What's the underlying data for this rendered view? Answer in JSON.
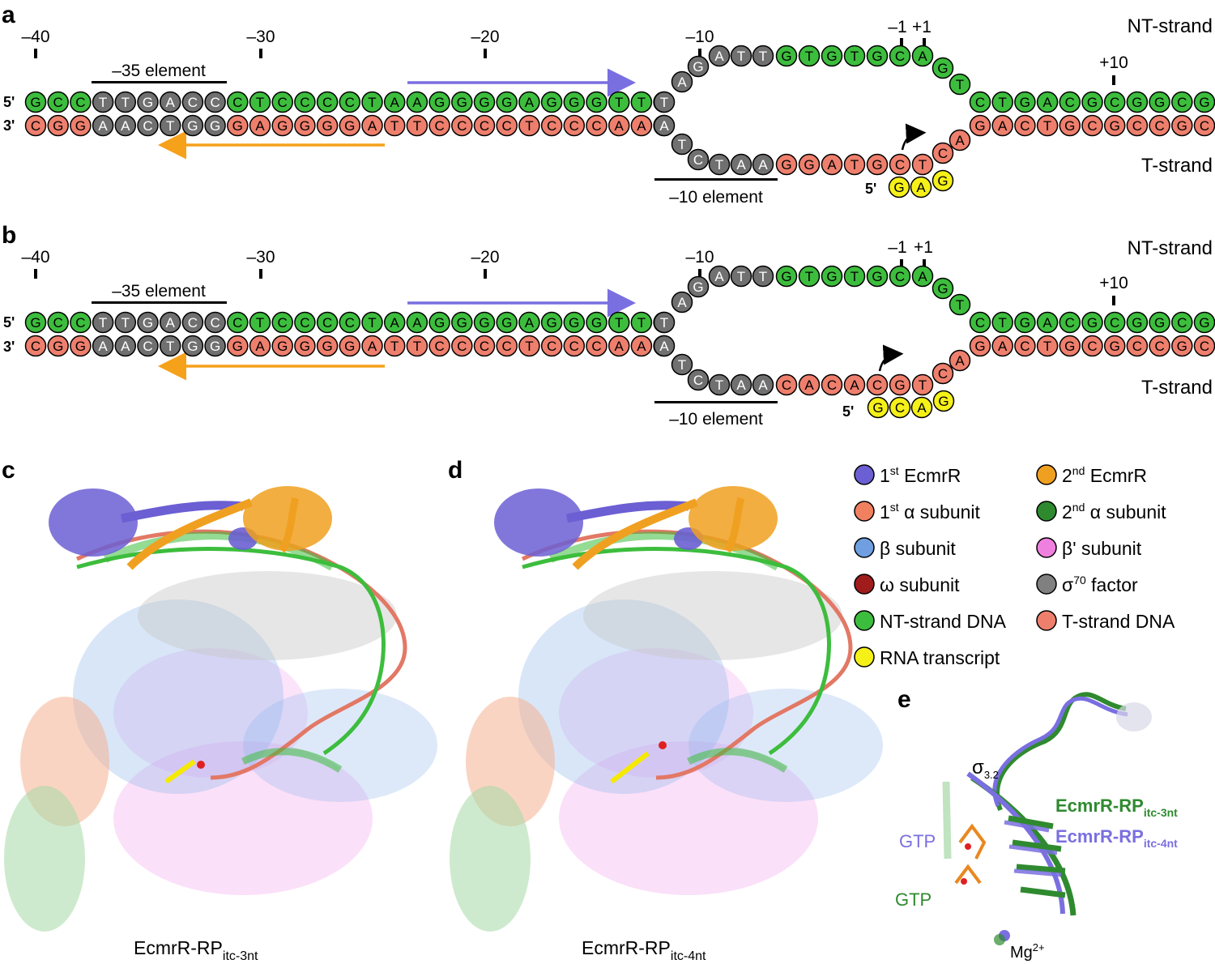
{
  "colors": {
    "nt": "#3dbd3d",
    "t": "#ee7f6d",
    "core": "#707070",
    "rna": "#f5f018",
    "arrow_purple": "#7a6fe0",
    "arrow_orange": "#f6a11a",
    "ecmr1": "#6b5fd3",
    "ecmr2": "#f0a020",
    "alpha1": "#f08060",
    "alpha2": "#2f8a2f",
    "beta": "#6f9fe0",
    "betaprime": "#f080e0",
    "omega": "#a01c1c",
    "sigma": "#808080",
    "ntdna": "#3dbd3d",
    "tdna": "#ee7f6d",
    "rna_transcript": "#f5f018"
  },
  "panels": {
    "a": {
      "letter": "a",
      "ticks": [
        "–40",
        "–30",
        "–20",
        "–10",
        "–1",
        "+1",
        "+10"
      ],
      "element35": "–35 element",
      "element10": "–10 element",
      "nt_label": "NT-strand",
      "t_label": "T-strand",
      "five": "5'",
      "three": "3'",
      "rna_five": "5'",
      "nt_up": [
        "G",
        "C",
        "C",
        "T",
        "T",
        "G",
        "A",
        "C",
        "C",
        "C",
        "T",
        "C",
        "C",
        "C",
        "C",
        "T",
        "A",
        "A",
        "G",
        "G",
        "G",
        "G",
        "A",
        "G",
        "G",
        "G",
        "T",
        "T",
        "T"
      ],
      "nt_bubble": [
        "T",
        "A",
        "G",
        "A",
        "T",
        "T",
        "G",
        "T",
        "G",
        "T",
        "G",
        "C",
        "A",
        "G",
        "T"
      ],
      "nt_down": [
        "C",
        "T",
        "G",
        "A",
        "C",
        "G",
        "C",
        "G",
        "G",
        "C",
        "G"
      ],
      "t_up": [
        "C",
        "G",
        "G",
        "A",
        "A",
        "C",
        "T",
        "G",
        "G",
        "G",
        "A",
        "G",
        "G",
        "G",
        "G",
        "A",
        "T",
        "T",
        "C",
        "C",
        "C",
        "C",
        "T",
        "C",
        "C",
        "C",
        "A",
        "A",
        "A"
      ],
      "t_bubble": [
        "A",
        "T",
        "C",
        "T",
        "A",
        "A",
        "G",
        "G",
        "A",
        "T",
        "G",
        "C",
        "T",
        "C",
        "A"
      ],
      "t_down": [
        "G",
        "A",
        "C",
        "T",
        "G",
        "C",
        "G",
        "C",
        "C",
        "G",
        "C"
      ],
      "rna": [
        "G",
        "A",
        "G"
      ]
    },
    "b": {
      "letter": "b",
      "ticks": [
        "–40",
        "–30",
        "–20",
        "–10",
        "–1",
        "+1",
        "+10"
      ],
      "element35": "–35 element",
      "element10": "–10 element",
      "nt_label": "NT-strand",
      "t_label": "T-strand",
      "five": "5'",
      "three": "3'",
      "rna_five": "5'",
      "nt_up": [
        "G",
        "C",
        "C",
        "T",
        "T",
        "G",
        "A",
        "C",
        "C",
        "C",
        "T",
        "C",
        "C",
        "C",
        "C",
        "T",
        "A",
        "A",
        "G",
        "G",
        "G",
        "G",
        "A",
        "G",
        "G",
        "G",
        "T",
        "T",
        "T"
      ],
      "nt_bubble": [
        "T",
        "A",
        "G",
        "A",
        "T",
        "T",
        "G",
        "T",
        "G",
        "T",
        "G",
        "C",
        "A",
        "G",
        "T"
      ],
      "nt_down": [
        "C",
        "T",
        "G",
        "A",
        "C",
        "G",
        "C",
        "G",
        "G",
        "C",
        "G"
      ],
      "t_up": [
        "C",
        "G",
        "G",
        "A",
        "A",
        "C",
        "T",
        "G",
        "G",
        "G",
        "A",
        "G",
        "G",
        "G",
        "G",
        "A",
        "T",
        "T",
        "C",
        "C",
        "C",
        "C",
        "T",
        "C",
        "C",
        "C",
        "A",
        "A",
        "A"
      ],
      "t_bubble": [
        "A",
        "T",
        "C",
        "T",
        "A",
        "A",
        "C",
        "A",
        "C",
        "A",
        "C",
        "G",
        "T",
        "C",
        "A"
      ],
      "t_down": [
        "G",
        "A",
        "C",
        "T",
        "G",
        "C",
        "G",
        "C",
        "C",
        "G",
        "C"
      ],
      "rna": [
        "G",
        "C",
        "A",
        "G"
      ]
    },
    "c": {
      "letter": "c",
      "caption_main": "EcmrR-RP",
      "caption_sub": "itc-3nt"
    },
    "d": {
      "letter": "d",
      "caption_main": "EcmrR-RP",
      "caption_sub": "itc-4nt"
    },
    "e": {
      "letter": "e",
      "sigma": "σ",
      "sigma_sub": "3.2",
      "gtp1": "GTP",
      "gtp2": "GTP",
      "mg": "Mg",
      "mg_sup": "2+",
      "label3_main": "EcmrR-RP",
      "label3_sub": "itc-3nt",
      "label4_main": "EcmrR-RP",
      "label4_sub": "itc-4nt"
    }
  },
  "legend": [
    {
      "pre": "1",
      "sup": "st",
      "post": " EcmrR",
      "color": "#6b5fd3"
    },
    {
      "pre": "2",
      "sup": "nd",
      "post": " EcmrR",
      "color": "#f0a020"
    },
    {
      "pre": "1",
      "sup": "st",
      "post": " α subunit",
      "color": "#f08060"
    },
    {
      "pre": "2",
      "sup": "nd",
      "post": " α subunit",
      "color": "#2f8a2f"
    },
    {
      "pre": "β subunit",
      "sup": "",
      "post": "",
      "color": "#6f9fe0"
    },
    {
      "pre": "β' subunit",
      "sup": "",
      "post": "",
      "color": "#f080e0"
    },
    {
      "pre": "ω subunit",
      "sup": "",
      "post": "",
      "color": "#a01c1c"
    },
    {
      "pre": "σ",
      "sup": "70",
      "post": " factor",
      "color": "#808080"
    },
    {
      "pre": "NT-strand DNA",
      "sup": "",
      "post": "",
      "color": "#3dbd3d"
    },
    {
      "pre": "T-strand DNA",
      "sup": "",
      "post": "",
      "color": "#ee7f6d"
    },
    {
      "pre": "RNA transcript",
      "sup": "",
      "post": "",
      "color": "#f5f018"
    }
  ]
}
